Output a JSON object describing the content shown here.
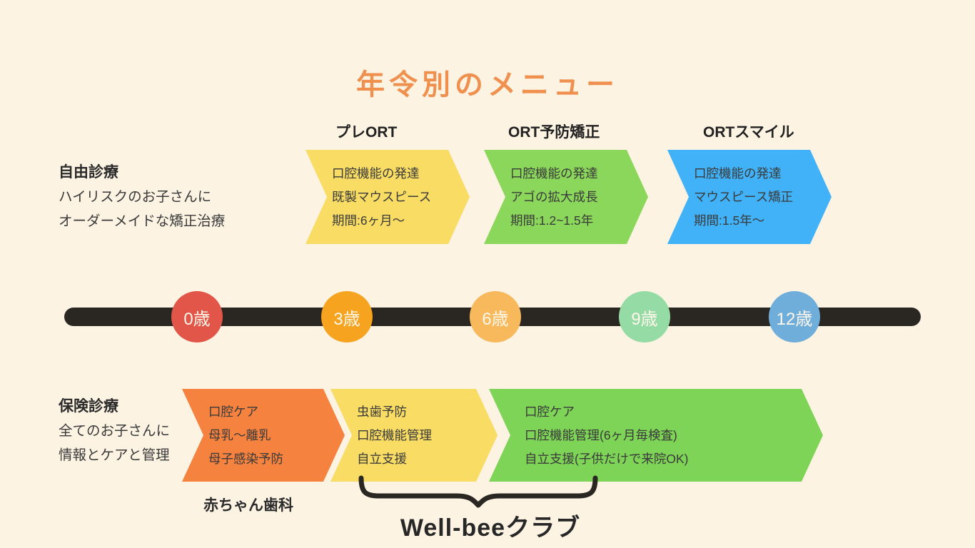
{
  "page": {
    "title": "年令別のメニュー",
    "background": "#FCF3E3",
    "title_color": "#F0904F"
  },
  "private_section": {
    "heading": "自由診療",
    "description": [
      "ハイリスクのお子さんに",
      "オーダーメイドな矯正治療"
    ],
    "items": [
      {
        "label": "プレORT",
        "color": "#F8DC64",
        "lines": [
          "口腔機能の発達",
          "既製マウスピース",
          "期間:6ヶ月〜"
        ]
      },
      {
        "label": "ORT予防矯正",
        "color": "#8BD75B",
        "lines": [
          "口腔機能の発達",
          "アゴの拡大成長",
          "期間:1.2~1.5年"
        ]
      },
      {
        "label": "ORTスマイル",
        "color": "#41B2F7",
        "lines": [
          "口腔機能の発達",
          "マウスピース矯正",
          "期間:1.5年〜"
        ]
      }
    ]
  },
  "timeline": {
    "bar_color": "#2A2723",
    "ages": [
      {
        "label": "0歳",
        "color": "#E2564A"
      },
      {
        "label": "3歳",
        "color": "#F6A41F"
      },
      {
        "label": "6歳",
        "color": "#F8B95D"
      },
      {
        "label": "9歳",
        "color": "#94DBA5"
      },
      {
        "label": "12歳",
        "color": "#6FAEDB"
      }
    ]
  },
  "insurance_section": {
    "heading": "保険診療",
    "description": [
      "全てのお子さんに",
      "情報とケアと管理"
    ],
    "items": [
      {
        "color": "#F5823F",
        "lines": [
          "口腔ケア",
          "母乳〜離乳",
          "母子感染予防"
        ]
      },
      {
        "color": "#F8DC64",
        "lines": [
          "虫歯予防",
          "口腔機能管理",
          "自立支援"
        ]
      },
      {
        "color": "#7ED457",
        "lines": [
          "口腔ケア",
          "口腔機能管理(6ヶ月毎検査)",
          "自立支援(子供だけで来院OK)"
        ]
      }
    ],
    "baby_label": "赤ちゃん歯科",
    "club_label": "Well-beeクラブ",
    "brace_color": "#2A2723"
  }
}
